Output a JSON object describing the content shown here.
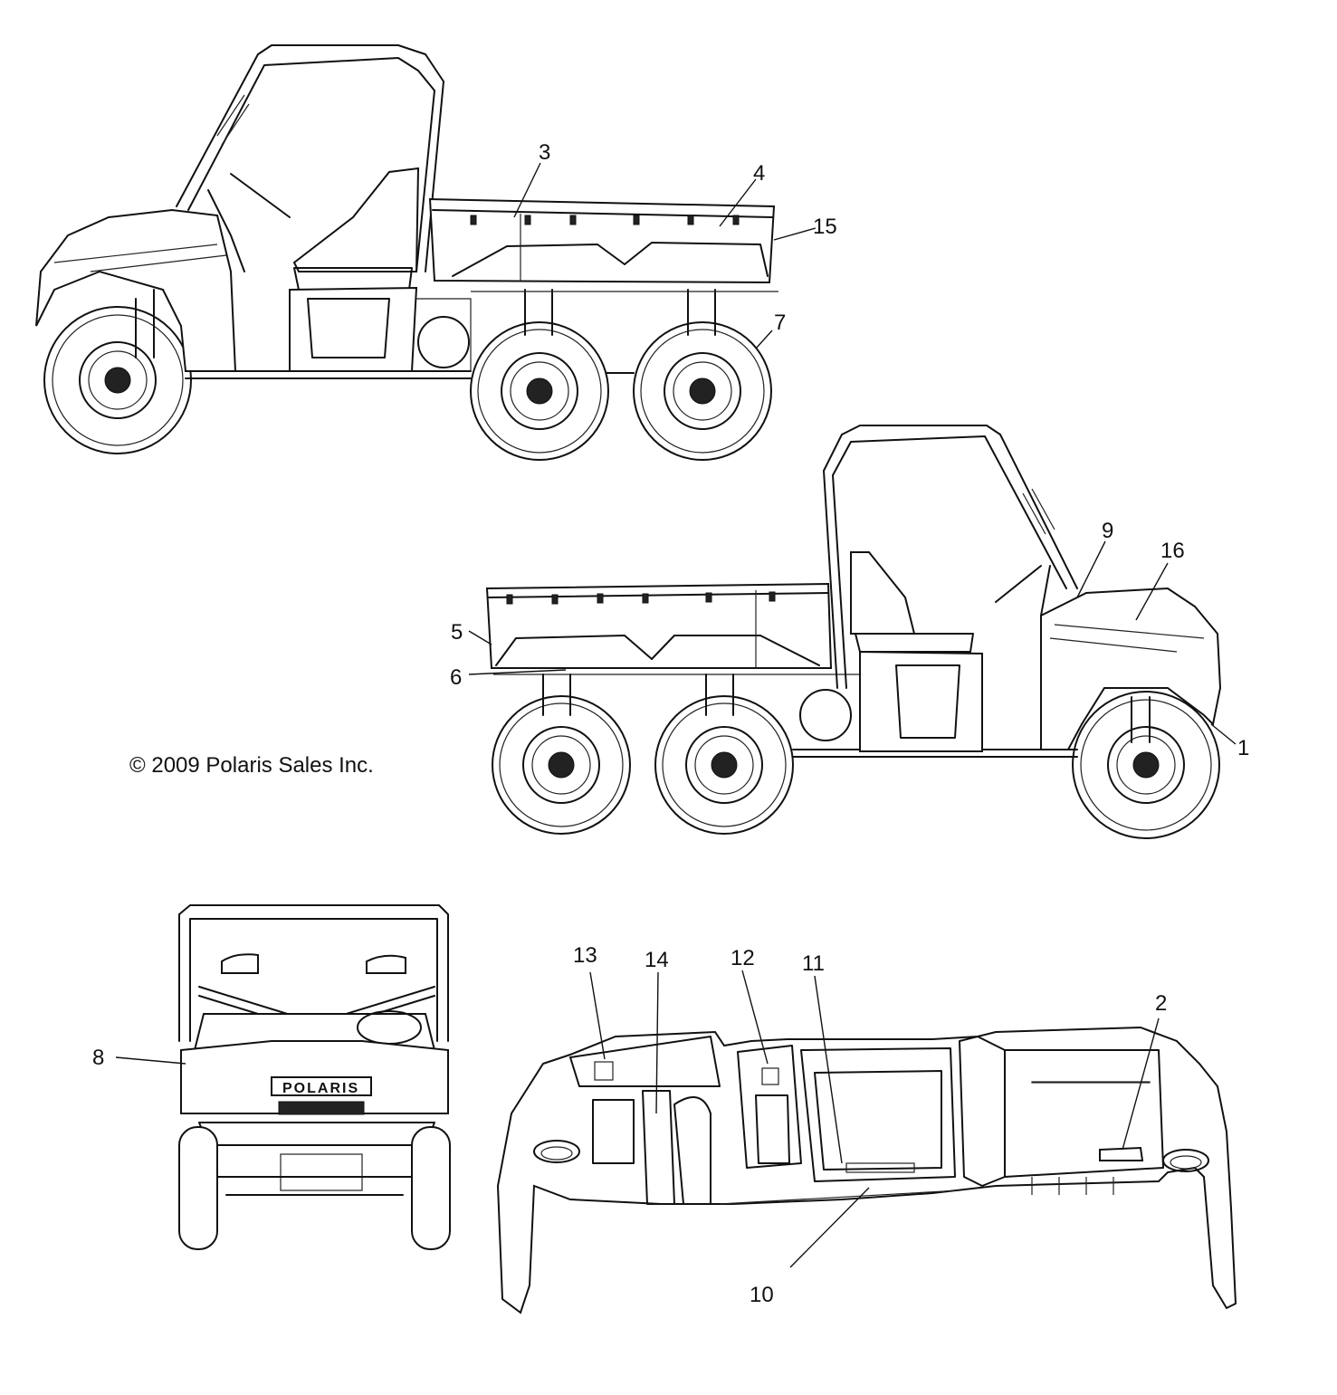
{
  "copyright": "© 2009 Polaris Sales Inc.",
  "brand_badge": "POLARIS",
  "callouts": {
    "c1": "1",
    "c2": "2",
    "c3": "3",
    "c4": "4",
    "c5": "5",
    "c6": "6",
    "c7": "7",
    "c8": "8",
    "c9": "9",
    "c10": "10",
    "c11": "11",
    "c12": "12",
    "c13": "13",
    "c14": "14",
    "c15": "15",
    "c16": "16"
  }
}
